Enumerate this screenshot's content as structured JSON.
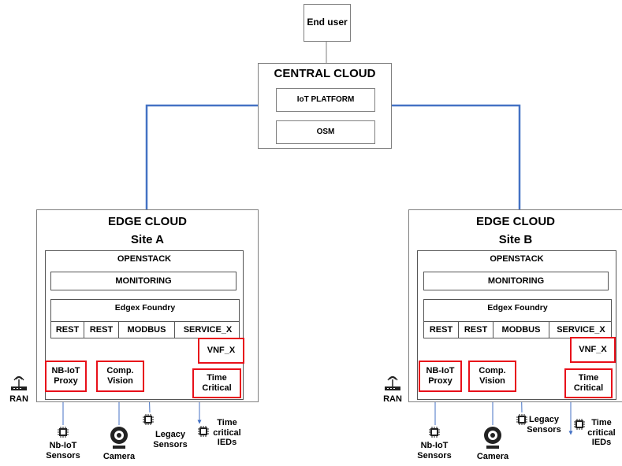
{
  "end_user": "End user",
  "central": {
    "title": "CENTRAL CLOUD",
    "iot_platform": "IoT PLATFORM",
    "osm": "OSM"
  },
  "site_a": {
    "title": "EDGE CLOUD",
    "subtitle": "Site A",
    "openstack": "OPENSTACK",
    "monitoring": "MONITORING",
    "edgex": "Edgex Foundry",
    "rest1": "REST",
    "rest2": "REST",
    "modbus": "MODBUS",
    "service_x": "SERVICE_X",
    "vnf_x": "VNF_X",
    "nbiot_proxy": "NB-IoT Proxy",
    "comp_vision": "Comp. Vision",
    "time_critical": "Time Critical",
    "ran": "RAN",
    "nbiot_sensors": "Nb-IoT Sensors",
    "camera": "Camera",
    "legacy_sensors": "Legacy Sensors",
    "time_critical_ieds": "Time critical IEDs"
  },
  "site_b": {
    "title": "EDGE CLOUD",
    "subtitle": "Site B",
    "openstack": "OPENSTACK",
    "monitoring": "MONITORING",
    "edgex": "Edgex Foundry",
    "rest1": "REST",
    "rest2": "REST",
    "modbus": "MODBUS",
    "service_x": "SERVICE_X",
    "vnf_x": "VNF_X",
    "nbiot_proxy": "NB-IoT Proxy",
    "comp_vision": "Comp. Vision",
    "time_critical": "Time Critical",
    "ran": "RAN",
    "nbiot_sensors": "Nb-IoT Sensors",
    "camera": "Camera",
    "legacy_sensors": "Legacy Sensors",
    "time_critical_ieds": "Time critical IEDs"
  },
  "colors": {
    "link": "#4472c4",
    "highlight": "#e8101a",
    "border": "#7f7f7f"
  },
  "icons": [
    "chip-icon",
    "camera-icon",
    "router-icon"
  ]
}
